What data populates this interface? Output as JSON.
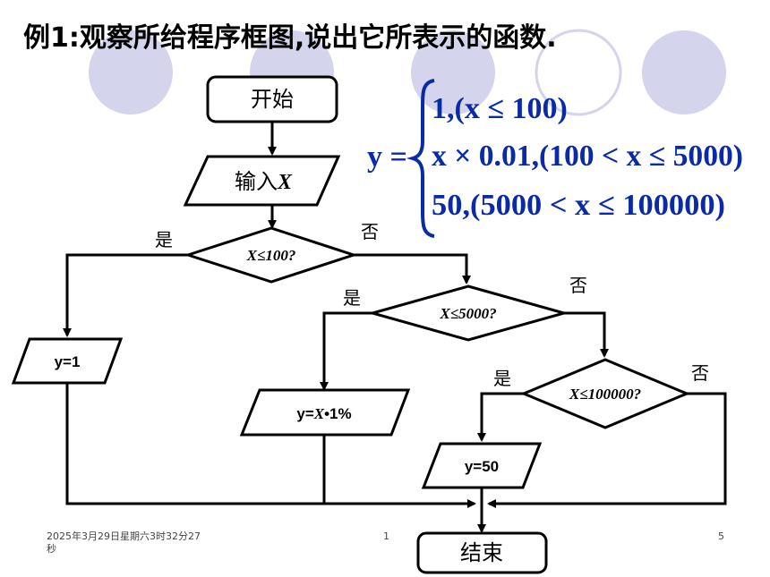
{
  "title": "例1:观察所给程序框图,说出它所表示的函数.",
  "flowchart": {
    "start": "开始",
    "input": {
      "text": "输入",
      "var": "X"
    },
    "decision1": "X≤100?",
    "decision2": "X≤5000?",
    "decision3": "X≤100000?",
    "yes": "是",
    "no": "否",
    "out1": "y=1",
    "out2": {
      "prefix": "y=",
      "var": "X",
      "suffix": "•1%"
    },
    "out3": "y=50",
    "end": "结束"
  },
  "formula": {
    "lhs": "y =",
    "cases": [
      "1,(x ≤ 100)",
      "x × 0.01,(100 < x ≤ 5000)",
      "50,(5000 < x ≤ 100000)"
    ]
  },
  "footer": {
    "datetime_line1": "2025年3月29日星期六3时32分27",
    "datetime_line2": "秒",
    "center_page": "1",
    "right_page": "5"
  }
}
